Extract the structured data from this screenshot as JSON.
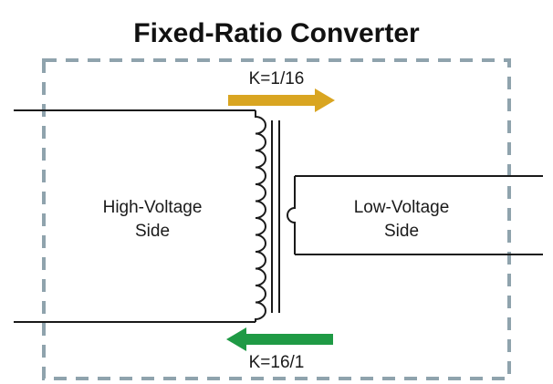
{
  "title": "Fixed-Ratio Converter",
  "forward_arrow": {
    "label": "K=1/16",
    "color": "#d9a521"
  },
  "reverse_arrow": {
    "label": "K=16/1",
    "color": "#1f9a45"
  },
  "high_side": {
    "line1": "High-Voltage",
    "line2": "Side"
  },
  "low_side": {
    "line1": "Low-Voltage",
    "line2": "Side"
  },
  "colors": {
    "boundary": "#8fa3ad",
    "wire": "#1a1a1a"
  }
}
